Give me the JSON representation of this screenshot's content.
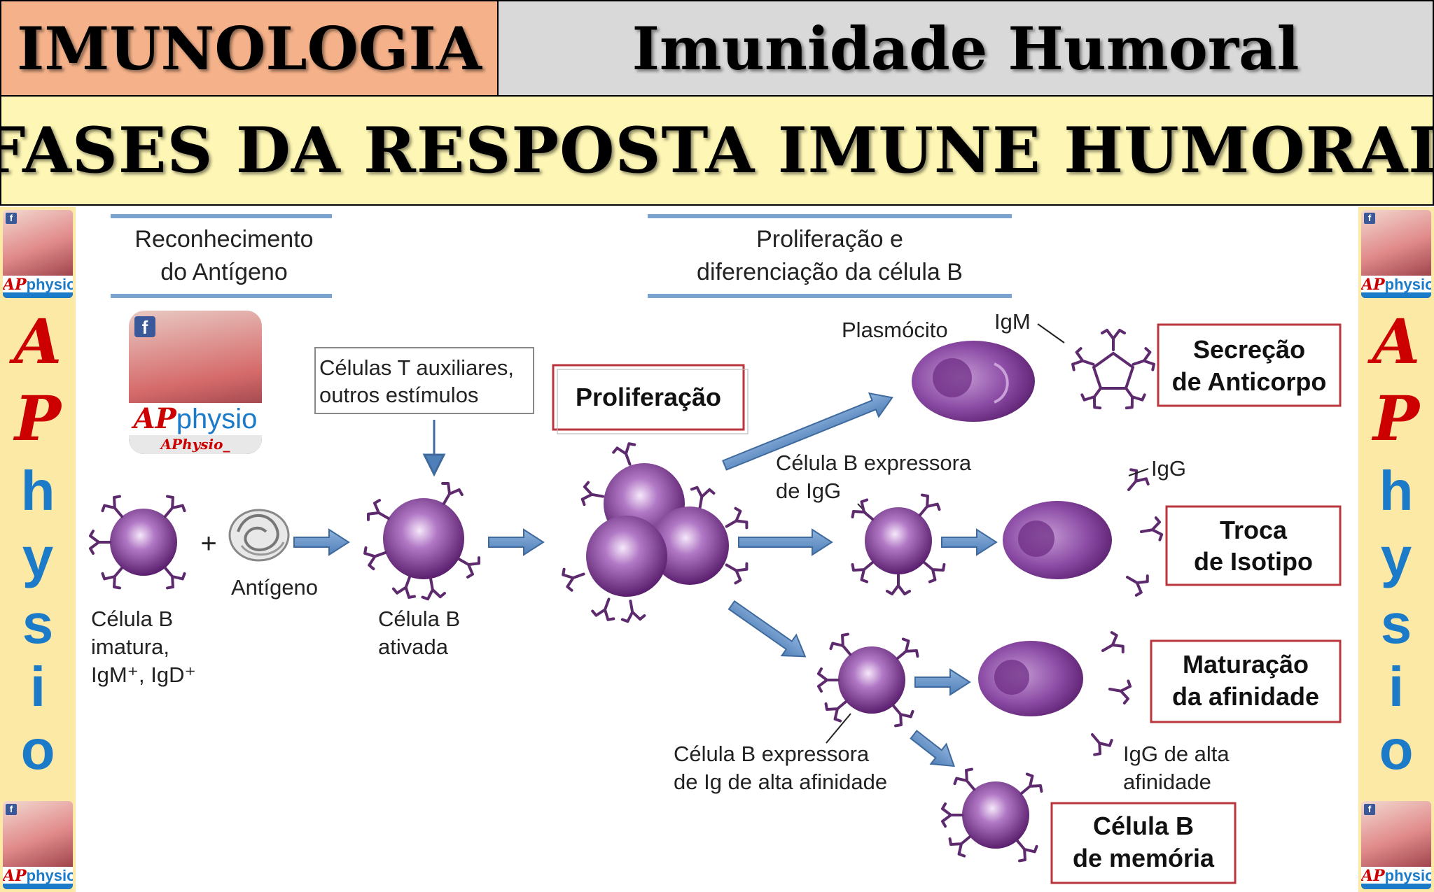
{
  "header": {
    "subject": "IMUNOLOGIA",
    "topic": "Imunidade Humoral",
    "title": "FASES DA RESPOSTA IMUNE HUMORAL"
  },
  "brand": {
    "name_ap": "AP",
    "name_physio": "physio",
    "handle": "APhysio_",
    "vertical_letters": [
      "A",
      "P",
      "h",
      "y",
      "s",
      "i",
      "o"
    ],
    "colors": {
      "red": "#cc0000",
      "blue": "#1b7bc9",
      "cell": "#7a2a8e"
    }
  },
  "diagram": {
    "phase_recognition": [
      "Reconhecimento",
      "do Antígeno"
    ],
    "phase_proliferation": [
      "Proliferação e",
      "diferenciação da célula B"
    ],
    "helper_box": [
      "Células T auxiliares,",
      "outros estímulos"
    ],
    "proliferation_box": "Proliferação",
    "immature_cell": [
      "Célula B",
      "imatura,",
      "IgM⁺, IgD⁺"
    ],
    "plus": "+",
    "antigen": "Antígeno",
    "activated_cell": [
      "Célula B",
      "ativada"
    ],
    "plasmocyte": "Plasmócito",
    "igm": "IgM",
    "igg": "IgG",
    "igg_cell": [
      "Célula B expressora",
      "de IgG"
    ],
    "high_aff_cell": [
      "Célula B expressora",
      "de Ig de alta afinidade"
    ],
    "igg_high": [
      "IgG de alta",
      "afinidade"
    ],
    "outcome_secretion": [
      "Secreção",
      "de Anticorpo"
    ],
    "outcome_switch": [
      "Troca",
      "de Isotipo"
    ],
    "outcome_maturation": [
      "Maturação",
      "da afinidade"
    ],
    "outcome_memory": [
      "Célula B",
      "de memória"
    ]
  }
}
